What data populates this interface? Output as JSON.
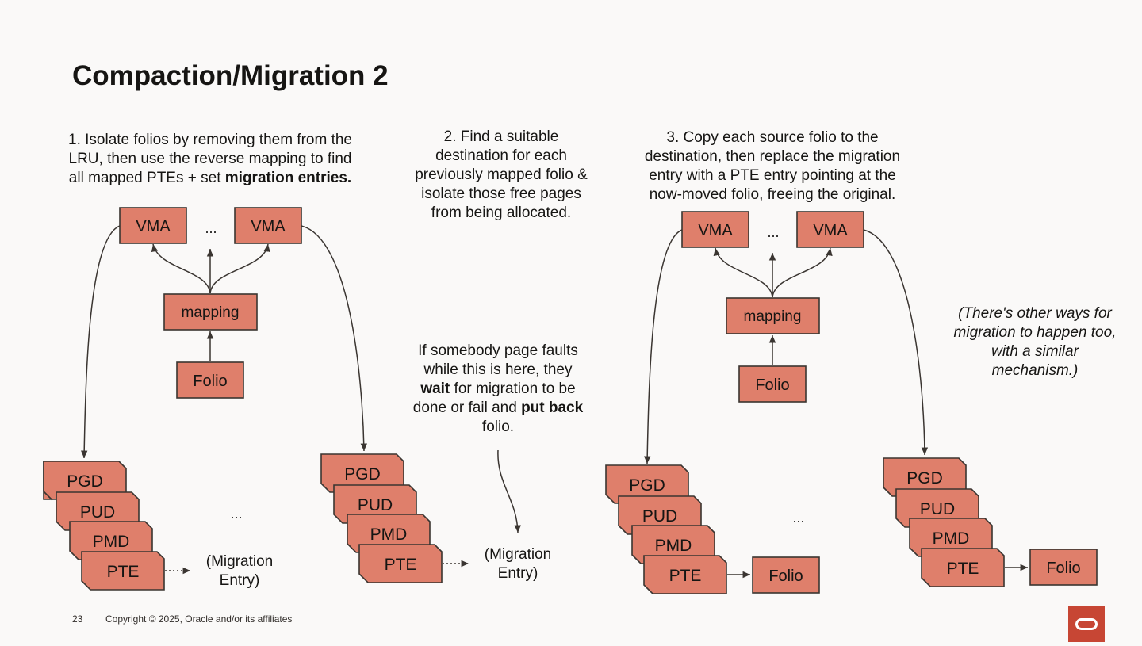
{
  "slide": {
    "title": "Compaction/Migration 2",
    "page_number": "23",
    "copyright": "Copyright © 2025, Oracle and/or its affiliates"
  },
  "steps": {
    "step1": {
      "line1": "1. Isolate folios by removing them from the",
      "line2": "LRU, then use the reverse mapping to find",
      "line3_prefix": "all mapped PTEs + set ",
      "line3_bold": "migration entries."
    },
    "step2": {
      "lines": [
        "2. Find a suitable",
        "destination for each",
        "previously mapped folio &",
        "isolate those free pages",
        "from being allocated."
      ]
    },
    "step3": {
      "lines": [
        "3. Copy each source folio to the",
        "destination, then replace the migration",
        "entry with a PTE entry pointing at the",
        "now-moved folio, freeing the original."
      ]
    }
  },
  "fault_note": {
    "line1": "If somebody page faults",
    "line2": "while this is here, they",
    "wait": "wait",
    "line3_rest": " for migration to be",
    "line4_prefix": "done or fail and ",
    "put_back": "put back",
    "line5": "folio."
  },
  "other_ways_note": {
    "lines": [
      "(There's other ways for",
      "migration to happen too,",
      "with a similar",
      "mechanism.)"
    ]
  },
  "diagram": {
    "vma": "VMA",
    "ellipsis": "...",
    "mapping": "mapping",
    "folio": "Folio",
    "pgd": "PGD",
    "pud": "PUD",
    "pmd": "PMD",
    "pte": "PTE",
    "migration_entry_line1": "(Migration",
    "migration_entry_line2": "Entry)"
  },
  "colors": {
    "box_fill": "#df7f6b",
    "box_stroke": "#3a3531",
    "logo": "#c74634"
  }
}
